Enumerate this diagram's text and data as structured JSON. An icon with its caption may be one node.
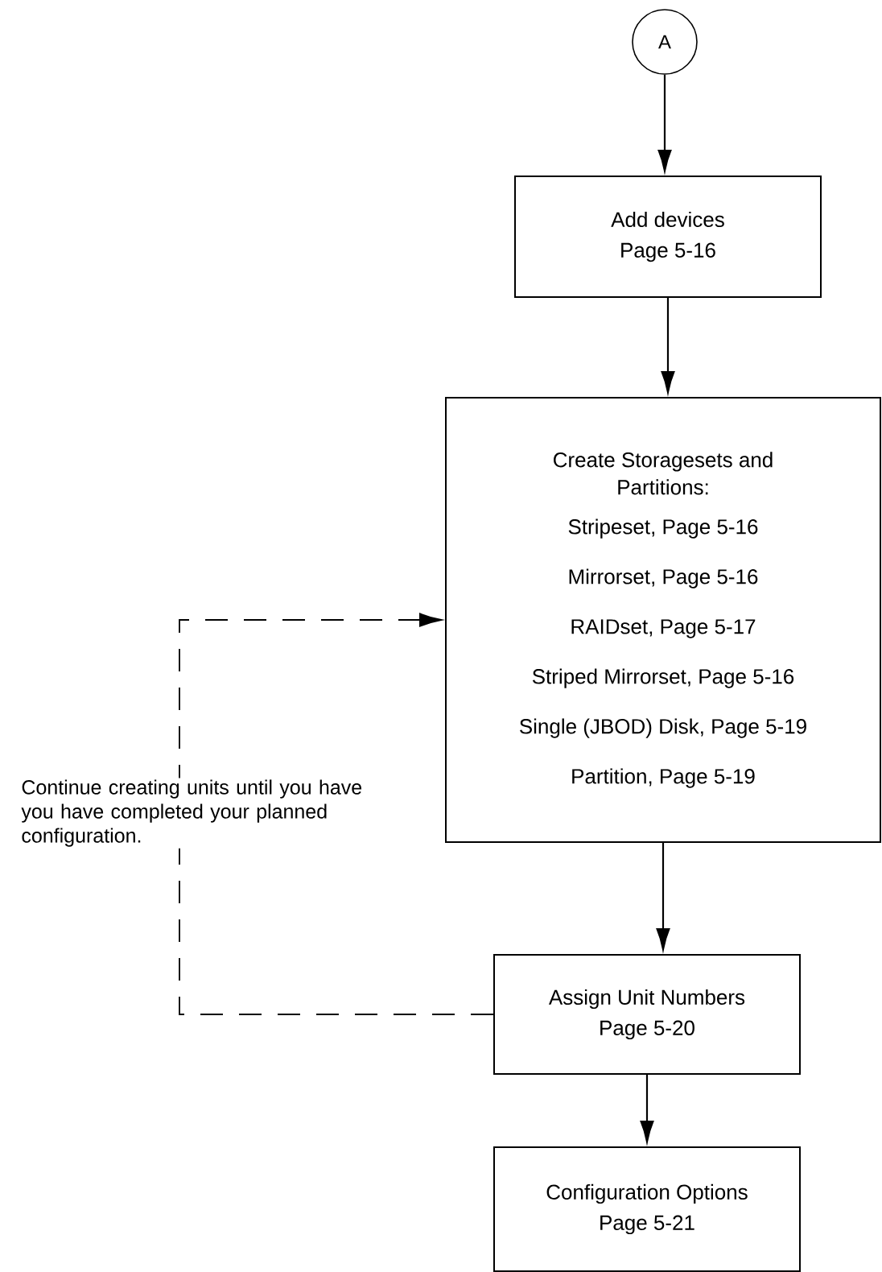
{
  "diagram": {
    "nodes": [
      {
        "text": [
          "A"
        ]
      },
      {
        "text": [
          "Add devices",
          "Page 5-16"
        ]
      },
      {
        "text": [
          "Create Storagesets and Partitions:",
          "Stripeset, Page 5-16",
          "Mirrorset, Page 5-16",
          "RAIDset, Page 5-17",
          "Striped Mirrorset, Page 5-16",
          "Single (JBOD) Disk, Page 5-19",
          "Partition, Page 5-19"
        ]
      },
      {
        "text": [
          "Assign Unit Numbers",
          "Page 5-20"
        ]
      },
      {
        "text": [
          "Configuration Options",
          "Page 5-21"
        ]
      }
    ],
    "edges": [
      {
        "from": 0,
        "to": 1,
        "arrow": "to"
      },
      {
        "from": 1,
        "to": 2,
        "arrow": "to"
      },
      {
        "from": 2,
        "to": 3,
        "arrow": "to"
      },
      {
        "from": 3,
        "to": 4,
        "arrow": "to"
      },
      {
        "from": 3,
        "to": 2,
        "arrow": "to",
        "style": "dashed"
      }
    ],
    "labels": [
      "Continue creating units until you have you have completed your planned configuration."
    ]
  }
}
